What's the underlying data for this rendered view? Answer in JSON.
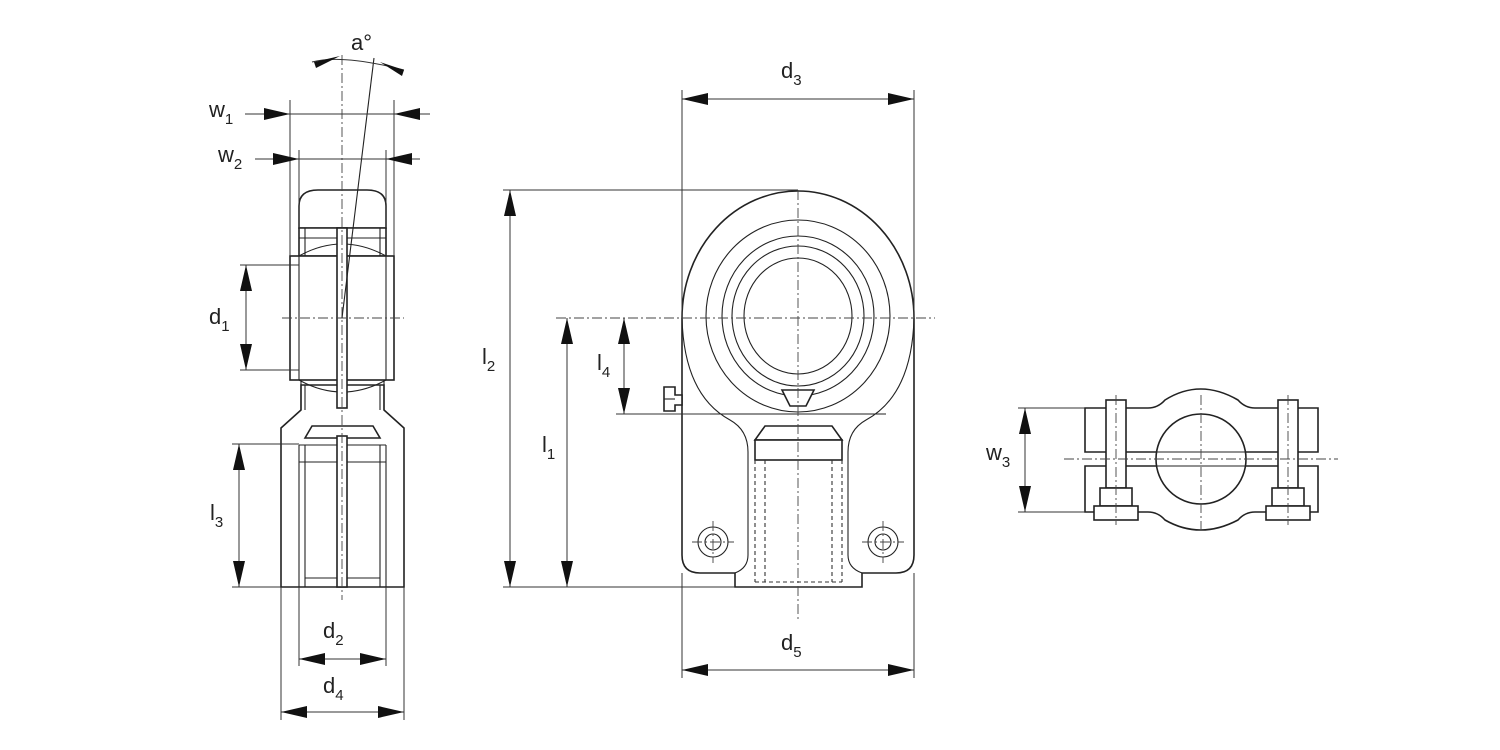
{
  "figure": {
    "title": "Hydraulic rod end dimension drawing",
    "dimensions": {
      "a": {
        "base": "a",
        "sub": "",
        "sup": "°"
      },
      "w1": {
        "base": "w",
        "sub": "1"
      },
      "w2": {
        "base": "w",
        "sub": "2"
      },
      "w3": {
        "base": "w",
        "sub": "3"
      },
      "d1": {
        "base": "d",
        "sub": "1"
      },
      "d2": {
        "base": "d",
        "sub": "2"
      },
      "d3": {
        "base": "d",
        "sub": "3"
      },
      "d4": {
        "base": "d",
        "sub": "4"
      },
      "d5": {
        "base": "d",
        "sub": "5"
      },
      "l1": {
        "base": "l",
        "sub": "1"
      },
      "l2": {
        "base": "l",
        "sub": "2"
      },
      "l3": {
        "base": "l",
        "sub": "3"
      },
      "l4": {
        "base": "l",
        "sub": "4"
      }
    },
    "colors": {
      "line": "#222222",
      "background": "#ffffff",
      "arrow": "#111111"
    }
  }
}
